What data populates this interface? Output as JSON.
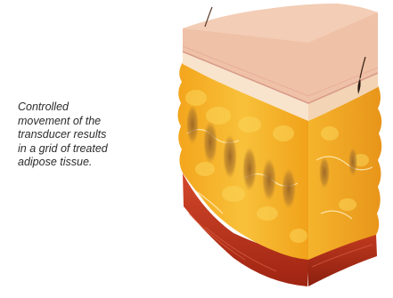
{
  "caption": {
    "lines": [
      "Controlled",
      "movement of the",
      "transducer results",
      "in a grid of treated",
      "adipose tissue."
    ]
  },
  "figure": {
    "subject": "skin-tissue-cross-section",
    "colors": {
      "epidermis": "#efc1a7",
      "dermis": "#f7e1c9",
      "adipose": "#f4b52a",
      "adipose_light": "#fbd04e",
      "muscle": "#c5391f",
      "treated_zone": "#a8742a"
    },
    "treated_zone_count": 8
  }
}
